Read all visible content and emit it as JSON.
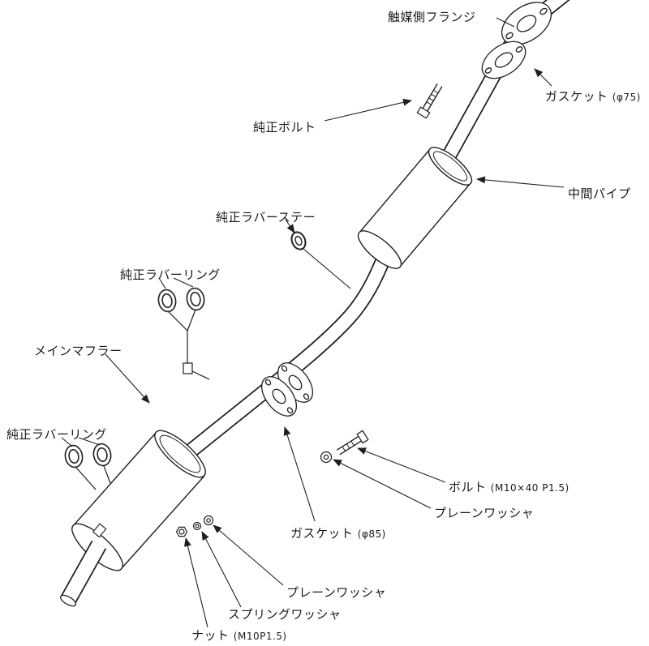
{
  "diagram": {
    "colors": {
      "background": "#ffffff",
      "line": "#1f1f1f"
    },
    "labels": {
      "catalyst_flange": "触媒側フランジ",
      "gasket_upper": {
        "name": "ガスケット",
        "spec": "(φ75)"
      },
      "oem_bolt": "純正ボルト",
      "mid_pipe": "中間パイプ",
      "oem_rubber_stay": "純正ラバーステー",
      "oem_rubber_ring_upper": "純正ラバーリング",
      "main_muffler": "メインマフラー",
      "oem_rubber_ring_lower": "純正ラバーリング",
      "bolt": {
        "name": "ボルト",
        "spec": "(M10×40 P1.5)"
      },
      "plain_washer_right": "プレーンワッシャ",
      "gasket_lower": {
        "name": "ガスケット",
        "spec": "(φ85)"
      },
      "plain_washer_bottom": "プレーンワッシャ",
      "spring_washer": "スプリングワッシャ",
      "nut": {
        "name": "ナット",
        "spec": "(M10P1.5)"
      }
    }
  }
}
